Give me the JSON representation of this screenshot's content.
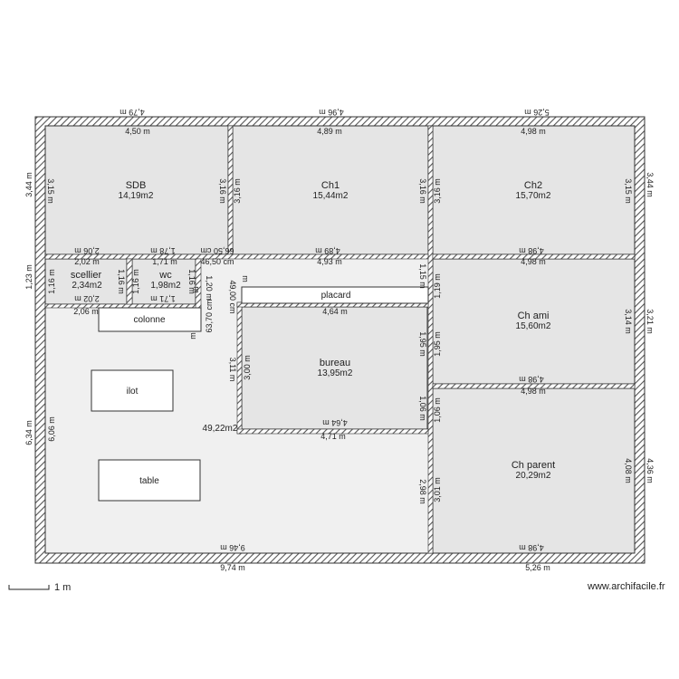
{
  "rooms": {
    "sdb": {
      "name": "SDB",
      "area": "14,19m2"
    },
    "ch1": {
      "name": "Ch1",
      "area": "15,44m2"
    },
    "ch2": {
      "name": "Ch2",
      "area": "15,70m2"
    },
    "scellier": {
      "name": "scellier",
      "area": "2,34m2"
    },
    "wc": {
      "name": "wc",
      "area": "1,98m2"
    },
    "bureau": {
      "name": "bureau",
      "area": "13,95m2"
    },
    "chami": {
      "name": "Ch ami",
      "area": "15,60m2"
    },
    "chparent": {
      "name": "Ch parent",
      "area": "20,29m2"
    },
    "main": {
      "area": "49,22m2"
    }
  },
  "furniture": {
    "placard": "placard",
    "colonne": "colonne",
    "ilot": "ilot",
    "table": "table"
  },
  "dims": {
    "top_outer_1": "4,79 m",
    "top_outer_2": "4,96 m",
    "top_outer_3": "5,26 m",
    "sdb_top": "4,50 m",
    "ch1_top": "4,89 m",
    "ch2_top": "4,98 m",
    "left_outer_top": "3,44 m",
    "sdb_left": "3,15 m",
    "sdb_right": "3,16 m",
    "ch1_left": "3,16 m",
    "ch1_right": "3,16 m",
    "ch2_left": "3,16 m",
    "ch2_right": "3,15 m",
    "right_outer_top": "3,44 m",
    "sdb_bottom": "2,06 m",
    "wc_bottom_top": "1,78 m",
    "cm_a": "66,50 cm",
    "ch1_bottom": "4,89 m",
    "ch2_bottom": "4,98 m",
    "scellier_top": "2,02 m",
    "wc_top": "1,71 m",
    "cm_b": "46,50 cm",
    "hall_top": "4,93 m",
    "chami_top": "4,98 m",
    "left_outer_mid": "1,23 m",
    "scellier_left": "1,16 m",
    "scellier_right": "1,16 m",
    "wc_left": "1,16 m",
    "wc_right": "1,16 m",
    "cm_c": "49,00 cm",
    "cm_d": "1,20 m",
    "hall_right": "1,15 m",
    "chami_left": "1,19 m",
    "chami_right": "3,14 m",
    "right_outer_mid": "3,21 m",
    "scellier_bottom_top": "2,02 m",
    "wc_bottom": "1,71 m",
    "scellier_bottom": "2,06 m",
    "cm_e": "63,70 cm",
    "bureau_top": "4,64 m",
    "bureau_left": "3,00 m",
    "hall_vert": "3,11 m",
    "bureau_right": "1,95 m",
    "chami_left_b": "1,95 m",
    "chami_bottom": "4,98 m",
    "chparent_top": "4,98 m",
    "left_outer_bottom": "6,34 m",
    "main_left": "6,06 m",
    "bureau_right_b": "1,06 m",
    "chparent_left": "1,06 m",
    "bureau_bottom_top": "4,64 m",
    "bureau_bottom": "4,71 m",
    "main_right": "2,98 m",
    "chparent_left_b": "3,01 m",
    "chparent_right": "4,08 m",
    "right_outer_bottom": "4,36 m",
    "main_bottom_inner": "9,46 m",
    "chparent_bottom": "4,98 m",
    "bottom_outer_1": "9,74 m",
    "bottom_outer_2": "5,26 m",
    "m1": "m",
    "m2": "m",
    "m3": "m"
  },
  "scale_label": "1 m",
  "watermark": "www.archifacile.fr"
}
